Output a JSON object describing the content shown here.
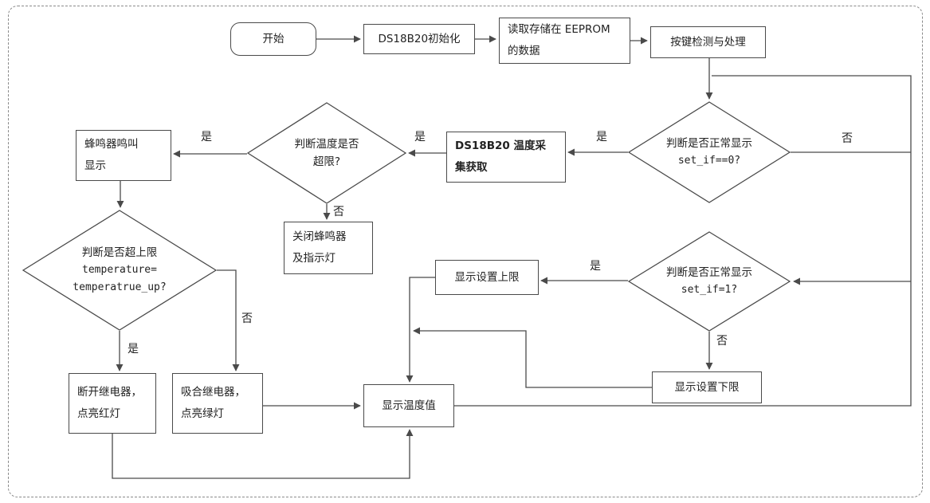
{
  "diagram": {
    "title_hint": "DS18B20 temperature system flowchart",
    "palette": {
      "stroke": "#4a4a4a",
      "background": "#ffffff"
    },
    "nodes": {
      "start": {
        "label": "开始"
      },
      "init": {
        "label": "DS18B20初始化"
      },
      "eeprom": {
        "lines": [
          "读取存储在 EEPROM",
          "的数据"
        ]
      },
      "keys": {
        "label": "按键检测与处理"
      },
      "check_normal_display_0": {
        "lines": [
          "判断是否正常显示",
          "set_if==0?"
        ]
      },
      "temp_collect": {
        "lines": [
          "DS18B20 温度采",
          "集获取"
        ]
      },
      "check_over_limit": {
        "lines": [
          "判断温度是否",
          "超限?"
        ]
      },
      "buzzer_alarm": {
        "lines": [
          "蜂鸣器鸣叫",
          "显示"
        ]
      },
      "check_upper_limit": {
        "lines": [
          "判断是否超上限",
          "temperature=",
          "temperatrue_up?"
        ]
      },
      "close_buzzer": {
        "lines": [
          "关闭蜂鸣器",
          "及指示灯"
        ]
      },
      "check_normal_display_1": {
        "lines": [
          "判断是否正常显示",
          "set_if=1?"
        ]
      },
      "show_upper": {
        "label": "显示设置上限"
      },
      "show_lower": {
        "label": "显示设置下限"
      },
      "relay_off": {
        "lines": [
          "断开继电器，",
          "点亮红灯"
        ]
      },
      "relay_on": {
        "lines": [
          "吸合继电器，",
          "点亮绿灯"
        ]
      },
      "show_temp": {
        "label": "显示温度值"
      }
    },
    "edge_labels": {
      "setif0_yes": "是",
      "collect_to_overlimit_yes": "是",
      "overlimit_yes": "是",
      "overlimit_no": "否",
      "setif0_no": "否",
      "setif1_yes": "是",
      "setif1_no": "否",
      "upper_yes": "是",
      "upper_no": "否"
    }
  }
}
